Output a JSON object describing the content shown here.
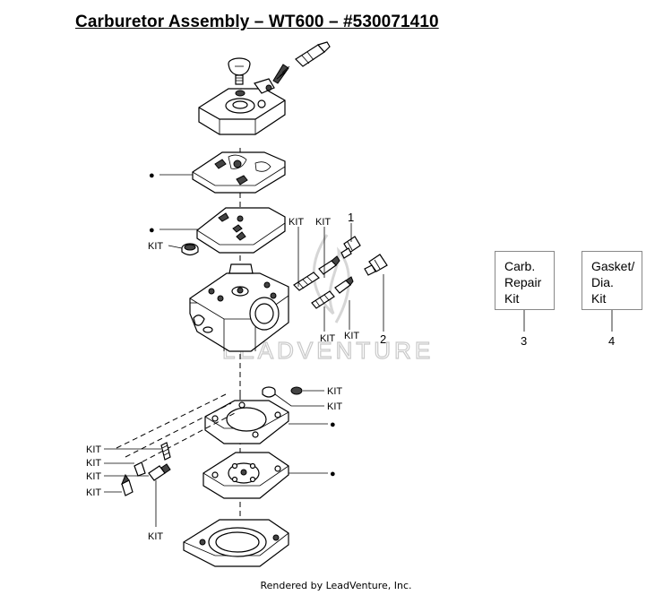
{
  "title": "Carburetor Assembly – WT600 – #530071410",
  "watermark": "LEADVENTURE",
  "footer": "Rendered by LeadVenture, Inc.",
  "callouts": {
    "kit": "KIT",
    "bullet": "●",
    "ref1": "1",
    "ref2": "2",
    "ref3": "3",
    "ref4": "4"
  },
  "kit_boxes": {
    "carb_repair": {
      "line1": "Carb.",
      "line2": "Repair",
      "line3": "Kit"
    },
    "gasket_dia": {
      "line1": "Gasket/",
      "line2": "Dia.",
      "line3": "Kit"
    }
  }
}
